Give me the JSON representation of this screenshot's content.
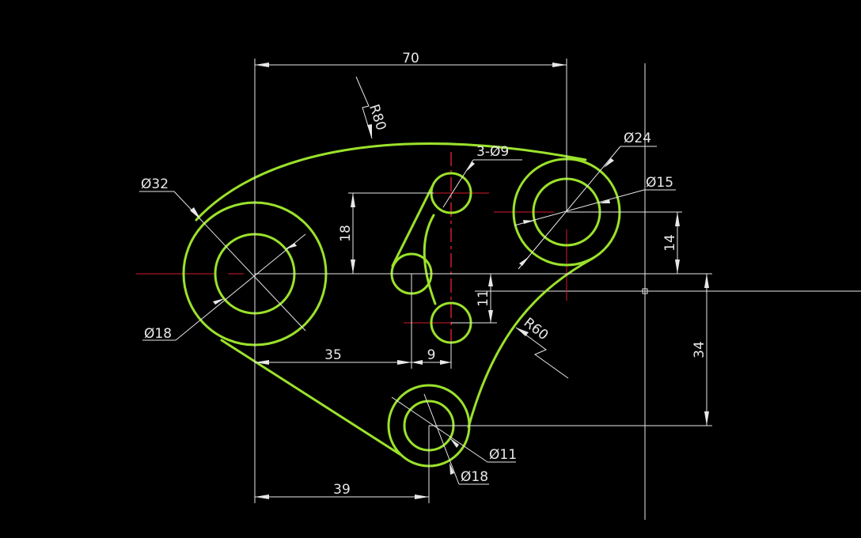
{
  "colors": {
    "background": "#000000",
    "geometry": "#9be22b",
    "dimension": "#e8e8e8",
    "centerline": "#d21d2a"
  },
  "dimensions": {
    "d70": "70",
    "d35": "35",
    "d9": "9",
    "d39": "39",
    "d18": "18",
    "d14": "14",
    "d11": "11",
    "d34": "34",
    "r80": "R80",
    "r60": "R60",
    "dia32": "Ø32",
    "dia18_left": "Ø18",
    "dia24": "Ø24",
    "dia15": "Ø15",
    "holes": "3-Ø9",
    "dia11": "Ø11",
    "dia18_bottom": "Ø18"
  }
}
